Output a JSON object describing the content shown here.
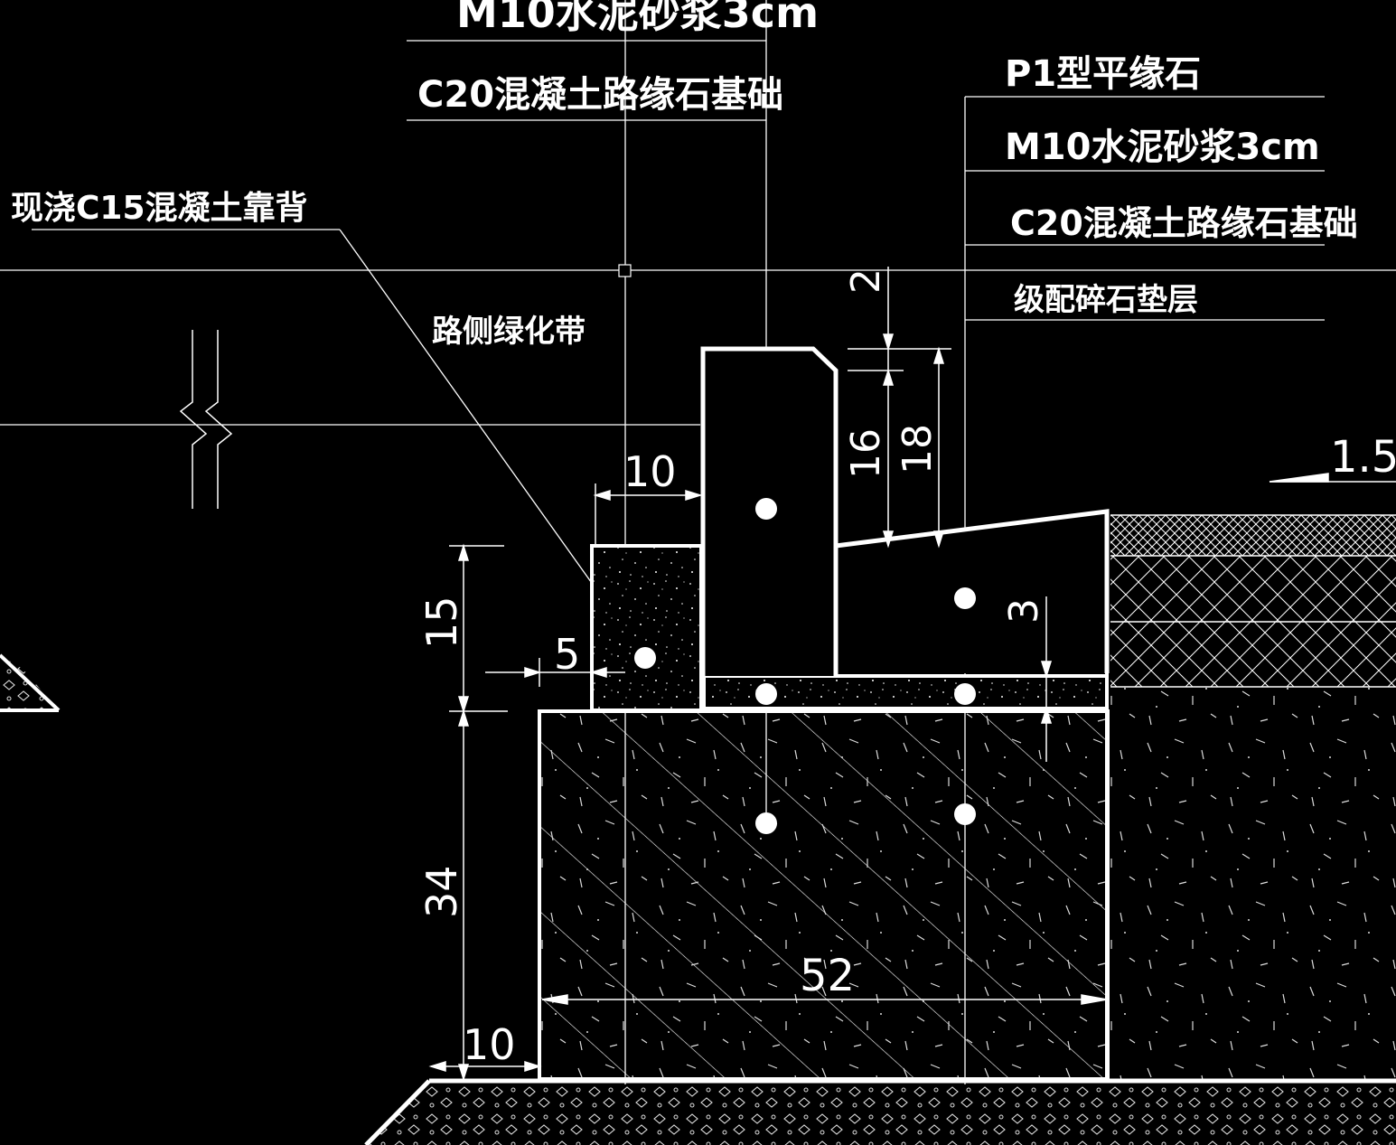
{
  "labels": {
    "top_mortar_cut": "M10水泥砂浆3cm",
    "left_base": "C20混凝土路缘石基础",
    "backfill": "现浇C15混凝土靠背",
    "greenbelt": "路侧绿化带",
    "flat_curb": "P1型平缘石",
    "right_mortar": "M10水泥砂浆3cm",
    "right_base": "C20混凝土路缘石基础",
    "gravel_layer": "级配碎石垫层"
  },
  "dimensions": {
    "d2": "2",
    "d16": "16",
    "d18": "18",
    "d10_top": "10",
    "d15": "15",
    "d5": "5",
    "d3": "3",
    "d34": "34",
    "d52": "52",
    "d10_bottom": "10",
    "slope": "1.5"
  },
  "colors": {
    "background": "#000000",
    "line": "#ffffff"
  }
}
